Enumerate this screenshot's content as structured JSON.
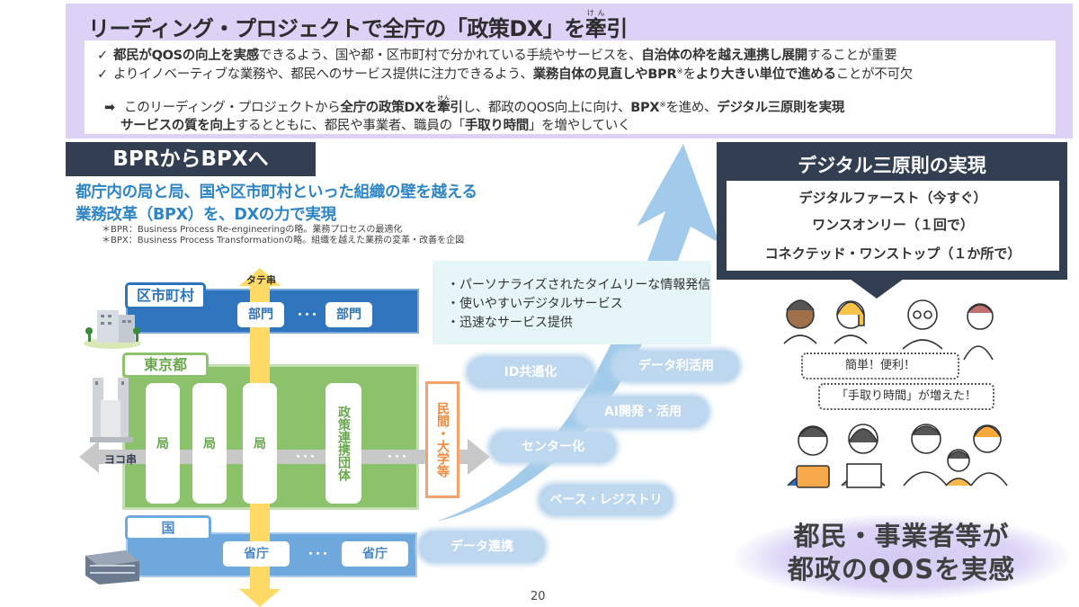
{
  "banner": {
    "title_pre": "リーディング・プロジェクトで全庁の「政策DX」を",
    "title_kanji": "牽",
    "title_ruby": "けん",
    "title_post": "引",
    "check_mark": "✓",
    "arrow_mark": "➡",
    "line1": {
      "b1": "都民がQOSの向上を実感",
      "t1": "できるよう、国や都・区市町村で分かれている手続やサービスを、",
      "b2": "自治体の枠を越え連携し展開",
      "t2": "することが重要"
    },
    "line2": {
      "t1": "よりイノベーティブな業務や、都民へのサービス提供に注力できるよう、",
      "b1": "業務自体の見直しやBPR",
      "sup": "※",
      "t2": "を",
      "b2": "より大きい単位で進める",
      "t3": "ことが不可欠"
    },
    "line3": {
      "t1": "このリーディング・プロジェクトから",
      "b1": "全庁の政策DXを",
      "b1_kanji": "牽",
      "b1_ruby": "けん",
      "b1_post": "引",
      "t2": "し、都政のQOS向上に向け、",
      "b2": "BPX",
      "sup": "※",
      "t3": "を進め、",
      "b3": "デジタル三原則を実現"
    },
    "line4": {
      "b1": "サービスの質を向上",
      "t1": "するとともに、都民や事業者、職員の「",
      "b2": "手取り時間",
      "t2": "」を増やしていく"
    }
  },
  "bpx": {
    "header": "BPRからBPXへ",
    "subtitle_line1": "都庁内の局と局、国や区市町村といった組織の壁を越える",
    "subtitle_line2": "業務改革（BPX）を、DXの力で実現",
    "note1": "＊BPR：Business Process Re-engineeringの略。業務プロセスの最適化",
    "note2": "＊BPX：Business Process Transformationの略。組織を越えた業務の変革・改善を企図"
  },
  "diagram": {
    "vertical_label": "タテ串",
    "horizontal_label": "ヨコ串",
    "ellipsis": "･･･",
    "city": {
      "label": "区市町村",
      "dept1": "部門",
      "dept2": "部門"
    },
    "tokyo": {
      "label": "東京都",
      "bureaus": [
        "局",
        "局",
        "局"
      ],
      "policy_org": "政策連携団体"
    },
    "nation": {
      "label": "国",
      "agency1": "省庁",
      "agency2": "省庁"
    },
    "private": "民間・大学等"
  },
  "benefits": [
    "・パーソナライズされたタイムリーな情報発信",
    "・使いやすいデジタルサービス",
    "・迅速なサービス提供"
  ],
  "initiatives": [
    "ID共通化",
    "データ利活用",
    "AI開発・活用",
    "センター化",
    "ベース・レジストリ",
    "データ連携"
  ],
  "principles": {
    "header": "デジタル三原則の実現",
    "items": [
      "デジタルファースト（今すぐ）",
      "ワンスオンリー（１回で）",
      "コネクテッド・ワンストップ（１か所で）"
    ]
  },
  "speech": [
    "簡単！便利！",
    "「手取り時間」が増えた！"
  ],
  "outcome": {
    "line1": "都民・事業者等が",
    "line2": "都政のQOSを実感"
  },
  "page_number": "20",
  "colors": {
    "banner_bg": "#ddd1f6",
    "header_dark": "#323e51",
    "accent_blue": "#2e85c6",
    "city_blue": "#2f75bd",
    "tokyo_green": "#8cc26c",
    "nation_blue": "#6ea8dd",
    "private_orange": "#f4a46b",
    "arrow_yellow": "#ffd966",
    "pill_blue": "#bdd7ee"
  }
}
